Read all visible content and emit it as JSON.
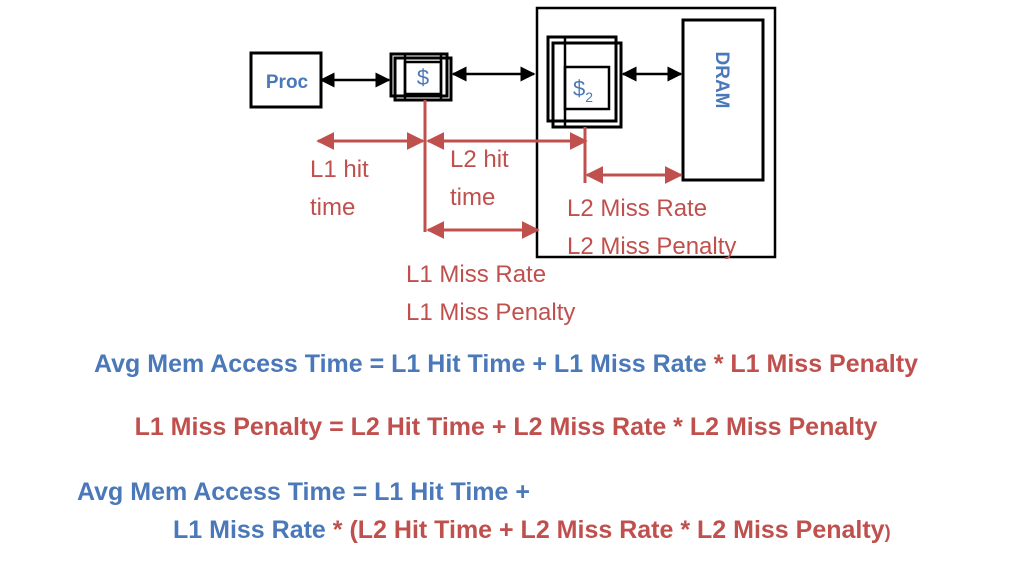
{
  "colors": {
    "blue": "#4a78b8",
    "red": "#c0504d",
    "box": "#000000"
  },
  "diagram": {
    "proc_label": "Proc",
    "l1_cache_label": "$",
    "l2_cache_label": "$",
    "l2_cache_sub": "2",
    "dram_label": "DRAM",
    "l1_hit_time": [
      "L1 hit",
      "time"
    ],
    "l2_hit_time": [
      "L2 hit",
      "time"
    ],
    "l2_miss": [
      "L2 Miss Rate",
      "L2 Miss Penalty"
    ],
    "l1_miss": [
      "L1 Miss Rate",
      "L1 Miss Penalty"
    ]
  },
  "equations": {
    "eq1": {
      "a": "Avg Mem Access Time = L1 Hit Time + L1 Miss Rate ",
      "b": "* L1 Miss Penalty"
    },
    "eq2": {
      "a": "L1 Miss Penalty = L2 Hit Time + L2 Miss Rate * L2 Miss Penalty"
    },
    "eq3": {
      "line1": "Avg Mem Access Time = L1 Hit Time +",
      "a": "L1 Miss Rate ",
      "b": "* (L2 Hit Time + L2 Miss Rate * L2 Miss Penalty",
      "c": ")"
    }
  }
}
